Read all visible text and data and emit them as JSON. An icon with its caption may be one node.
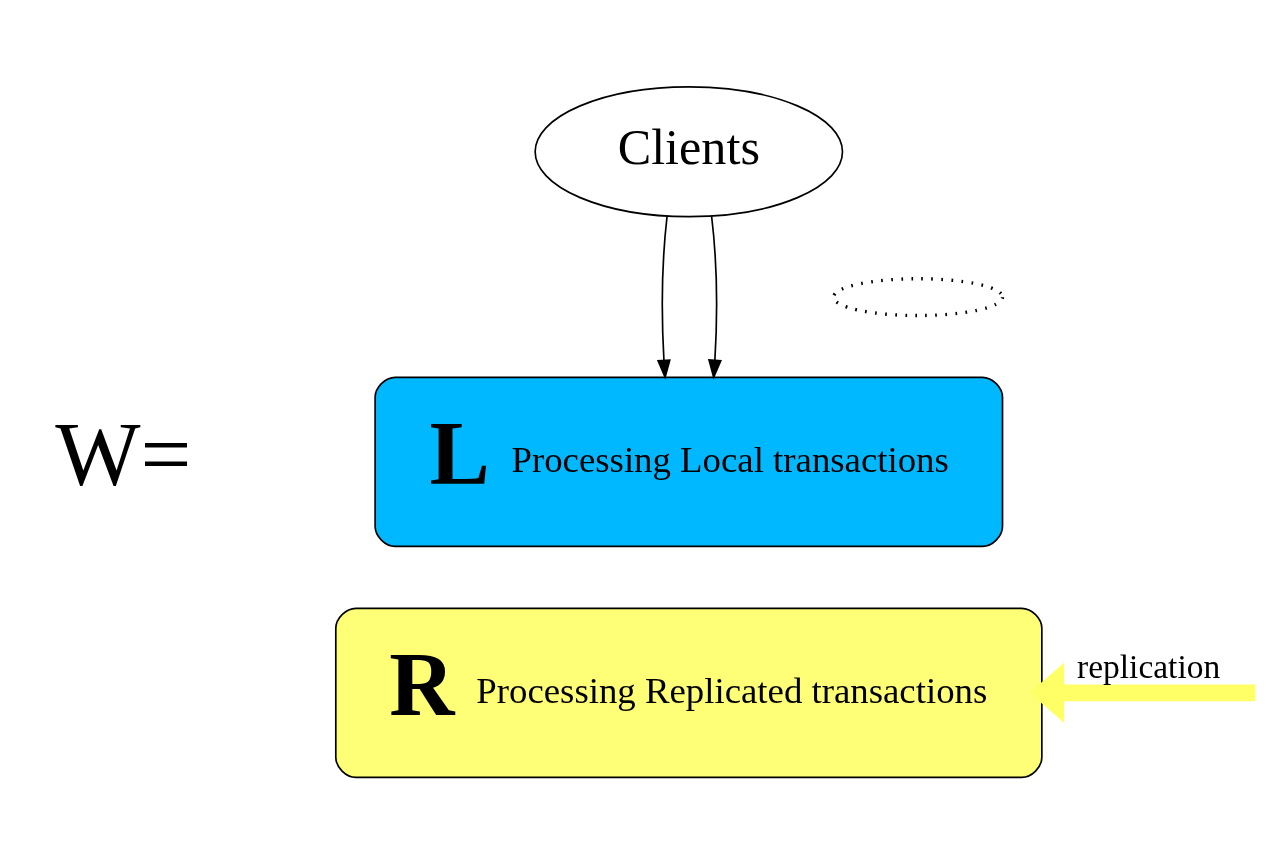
{
  "diagram": {
    "nodes": [
      {
        "text": [
          "Clients"
        ]
      },
      {
        "text": [
          "L",
          "Processing Local transactions"
        ]
      },
      {
        "text": [
          "R",
          "Processing Replicated transactions"
        ]
      },
      {
        "text": [],
        "shape": "ellipse"
      }
    ],
    "edges": [
      {
        "from": 0,
        "to": 1,
        "arrow": "to"
      },
      {
        "from": 0,
        "to": 1,
        "arrow": "to"
      },
      {
        "from": null,
        "to": 2,
        "arrow": "to",
        "label": "replication",
        "style": "thick",
        "color": "#ffff66"
      }
    ],
    "labels": [
      "W="
    ]
  }
}
